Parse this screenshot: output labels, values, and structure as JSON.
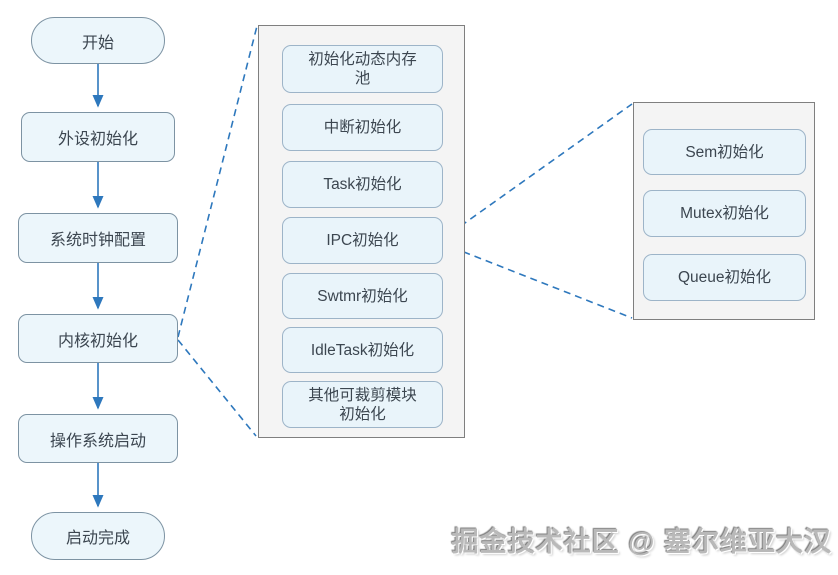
{
  "colors": {
    "accent_blue": "#2e78bd",
    "node_fill": "#ecf6fb",
    "node_border": "#7d93a3",
    "panel_fill": "#f4f4f4",
    "panel_border": "#7f7f7f",
    "inner_box_border": "#9db4c8",
    "text": "#3c4650"
  },
  "flowchart": {
    "nodes": [
      {
        "id": "start",
        "shape": "terminator",
        "label": "开始"
      },
      {
        "id": "peripheral-init",
        "shape": "process",
        "label": "外设初始化"
      },
      {
        "id": "system-clock-config",
        "shape": "process",
        "label": "系统时钟配置"
      },
      {
        "id": "kernel-init",
        "shape": "process",
        "label": "内核初始化"
      },
      {
        "id": "os-start",
        "shape": "process",
        "label": "操作系统启动"
      },
      {
        "id": "boot-complete",
        "shape": "terminator",
        "label": "启动完成"
      }
    ]
  },
  "kernel_detail_panel": {
    "expanded_from": "内核初始化",
    "items": [
      {
        "label": "初始化动态内存池"
      },
      {
        "label": "中断初始化"
      },
      {
        "label": "Task初始化"
      },
      {
        "label": "IPC初始化"
      },
      {
        "label": "Swtmr初始化"
      },
      {
        "label": "IdleTask初始化"
      },
      {
        "label": "其他可裁剪模块初始化"
      }
    ]
  },
  "ipc_detail_panel": {
    "expanded_from": "IPC初始化",
    "items": [
      {
        "label": "Sem初始化"
      },
      {
        "label": "Mutex初始化"
      },
      {
        "label": "Queue初始化"
      }
    ]
  },
  "watermark": "掘金技术社区 @ 塞尔维亚大汉"
}
